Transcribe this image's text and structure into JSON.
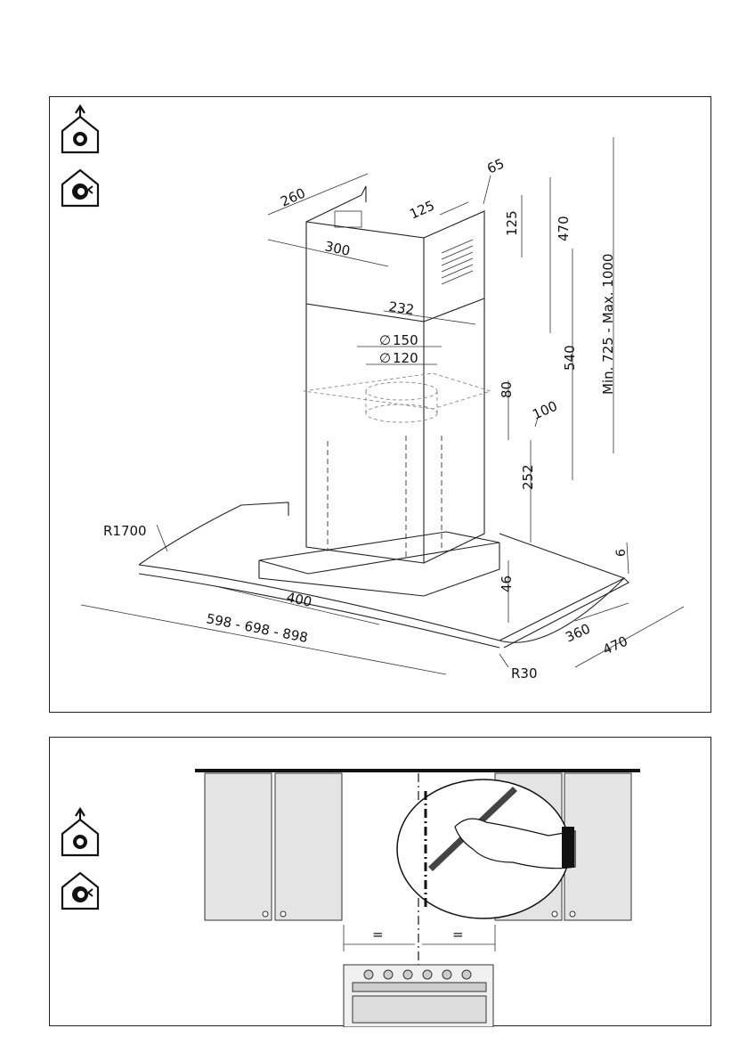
{
  "dims": {
    "d260": "260",
    "d300": "300",
    "d125a": "125",
    "d65": "65",
    "d125b": "125",
    "d470v": "470",
    "dminmax": "Min. 725 - Max. 1000",
    "d232": "232",
    "d150": "150",
    "d120": "120",
    "d80": "80",
    "d100": "100",
    "d540": "540",
    "d252": "252",
    "r1700": "R1700",
    "d6": "6",
    "d46": "46",
    "d400": "400",
    "dwidths": "598 - 698 - 898",
    "d360": "360",
    "d470b": "470",
    "r30": "R30",
    "diam_symbol": "∅"
  },
  "centering": {
    "left_mark": "=",
    "right_mark": "="
  },
  "icons": {
    "top_duct": "ducted-extraction-icon",
    "top_recirc": "recirculation-icon",
    "bottom_duct": "ducted-extraction-icon",
    "bottom_recirc": "recirculation-icon"
  }
}
